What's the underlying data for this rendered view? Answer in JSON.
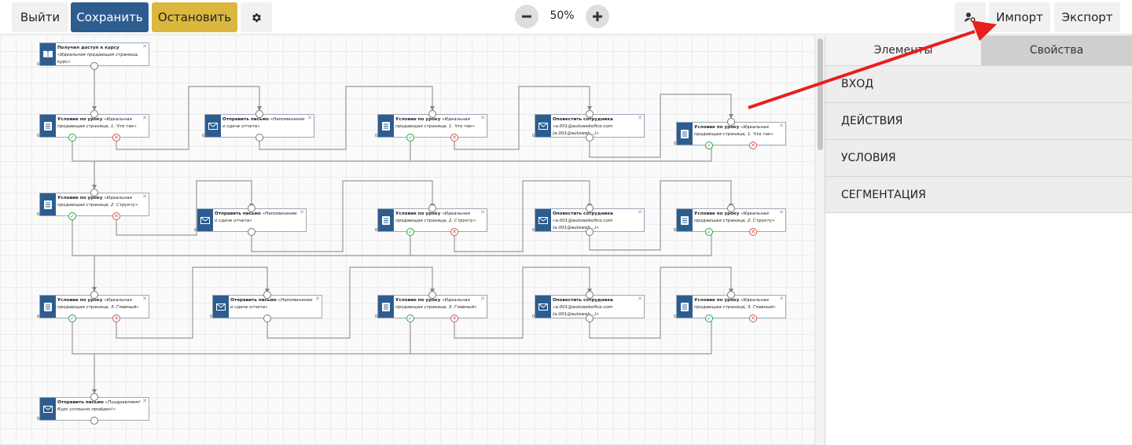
{
  "toolbar": {
    "exit_label": "Выйти",
    "save_label": "Сохранить",
    "stop_label": "Остановить",
    "zoom_level": "50%",
    "import_label": "Импорт",
    "export_label": "Экспорт"
  },
  "panel": {
    "tabs": [
      {
        "label": "Элементы"
      },
      {
        "label": "Свойства"
      }
    ],
    "sections": [
      {
        "label": "ВХОД"
      },
      {
        "label": "ДЕЙСТВИЯ"
      },
      {
        "label": "УСЛОВИЯ"
      },
      {
        "label": "СЕГМЕНТАЦИЯ"
      }
    ]
  },
  "nodes": [
    {
      "id": "n0",
      "icon": "book-icon",
      "title": "Получил доступ к курсу",
      "detail": "«Идеальная продающая страница, курс»",
      "count": "0"
    },
    {
      "id": "n1",
      "icon": "lesson-icon",
      "title": "Условие по уроку",
      "detail": "«Идеальная продающая страница, 1. Что так»",
      "count": "0"
    },
    {
      "id": "n2",
      "icon": "mail-icon",
      "title": "Отправить письмо",
      "detail": "«Напоминание о сдаче отчета»",
      "count": "0"
    },
    {
      "id": "n3",
      "icon": "lesson-icon",
      "title": "Условие по уроку",
      "detail": "«Идеальная продающая страница, 1. Что так»",
      "count": "0"
    },
    {
      "id": "n4",
      "icon": "notify-icon",
      "title": "Оповестить сотрудника",
      "detail": "«a.001@autowebofice.com (a.001@autoweb...)»",
      "count": "0"
    },
    {
      "id": "n5",
      "icon": "lesson-icon",
      "title": "Условие по уроку",
      "detail": "«Идеальная продающая страница, 1. Что так»",
      "count": "0"
    },
    {
      "id": "n6",
      "icon": "lesson-icon",
      "title": "Условие по уроку",
      "detail": "«Идеальная продающая страница, 2. Структу»",
      "count": "0"
    },
    {
      "id": "n7",
      "icon": "mail-icon",
      "title": "Отправить письмо",
      "detail": "«Напоминание о сдаче отчета»",
      "count": "0"
    },
    {
      "id": "n8",
      "icon": "lesson-icon",
      "title": "Условие по уроку",
      "detail": "«Идеальная продающая страница, 2. Структу»",
      "count": "0"
    },
    {
      "id": "n9",
      "icon": "notify-icon",
      "title": "Оповестить сотрудника",
      "detail": "«a.001@autowebofice.com (a.001@autoweb...)»",
      "count": "0"
    },
    {
      "id": "n10",
      "icon": "lesson-icon",
      "title": "Условие по уроку",
      "detail": "«Идеальная продающая страница, 2. Структу»",
      "count": "0"
    },
    {
      "id": "n11",
      "icon": "lesson-icon",
      "title": "Условие по уроку",
      "detail": "«Идеальная продающая страница, 3. Главный»",
      "count": "0"
    },
    {
      "id": "n12",
      "icon": "mail-icon",
      "title": "Отправить письмо",
      "detail": "«Напоминание о сдаче отчета»",
      "count": "0"
    },
    {
      "id": "n13",
      "icon": "lesson-icon",
      "title": "Условие по уроку",
      "detail": "«Идеальная продающая страница, 3. Главный»",
      "count": "0"
    },
    {
      "id": "n14",
      "icon": "notify-icon",
      "title": "Оповестить сотрудника",
      "detail": "«a.001@autowebofice.com (a.001@autoweb...)»",
      "count": "0"
    },
    {
      "id": "n15",
      "icon": "lesson-icon",
      "title": "Условие по уроку",
      "detail": "«Идеальная продающая страница, 3. Главный»",
      "count": "0"
    },
    {
      "id": "n16",
      "icon": "mail-icon",
      "title": "Отправить письмо",
      "detail": "«Поздравляем! Курс успешно пройден!»",
      "count": "0"
    }
  ],
  "colors": {
    "primary": "#2d5d8f",
    "warning": "#dcb73f",
    "success": "#28a745",
    "danger": "#d9534f",
    "annotation_arrow": "#e8201c"
  }
}
